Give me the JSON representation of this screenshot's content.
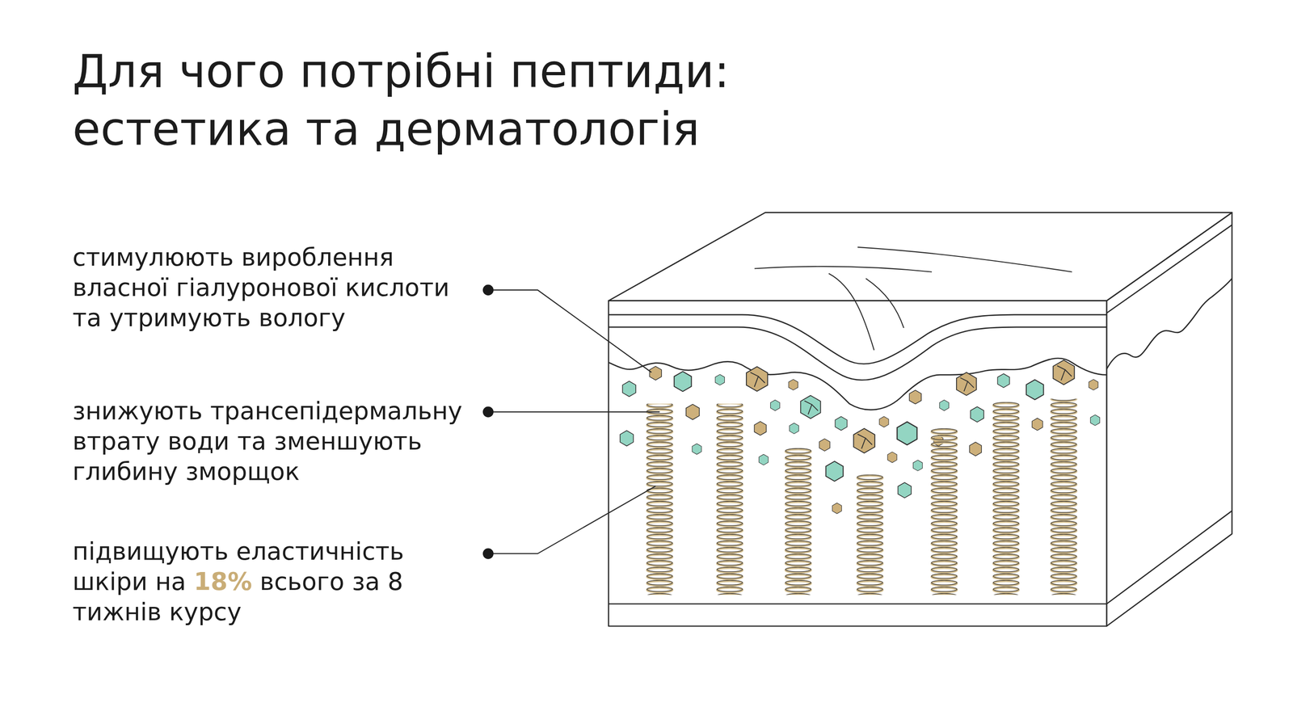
{
  "diagram": {
    "title": "Для чого потрібні пептиди: естетика та дерматологія",
    "labels": [
      "стимулюють вироблення власної гіалуронової кислоти та утримують вологу",
      "знижують трансепідермальну втрату води та зменшують глибину зморщок",
      "підвищують еластичність шкіри на",
      "18%",
      "всього за 8 тижнів курсу"
    ]
  }
}
